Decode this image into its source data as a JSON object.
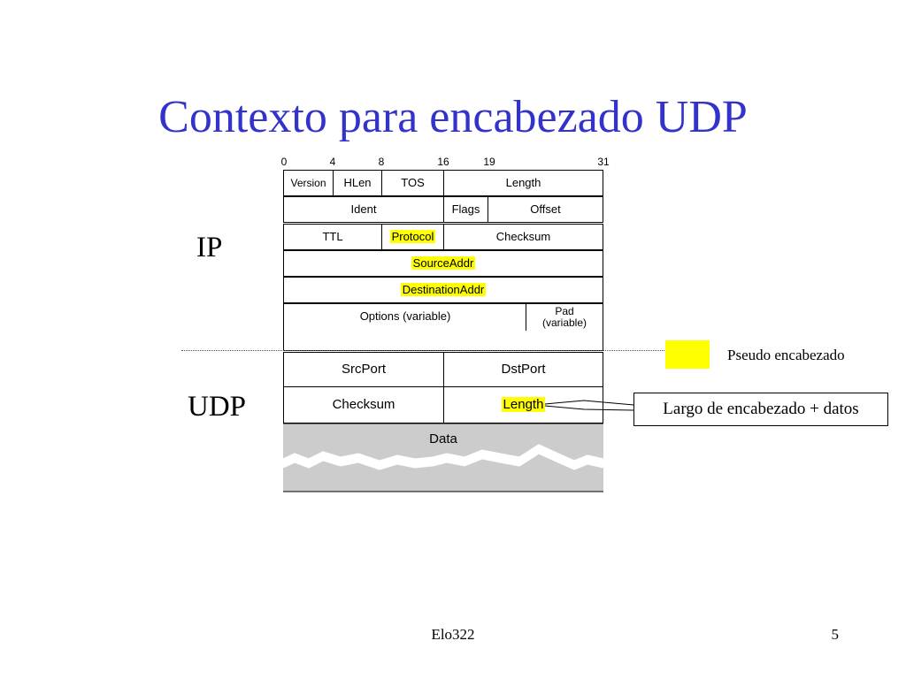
{
  "slide": {
    "title": "Contexto para encabezado UDP",
    "ip_label": "IP",
    "udp_label": "UDP",
    "footer": "Elo322",
    "page_number": "5"
  },
  "bit_positions": [
    "0",
    "4",
    "8",
    "16",
    "19",
    "31"
  ],
  "ip_header": {
    "version": "Version",
    "hlen": "HLen",
    "tos": "TOS",
    "length": "Length",
    "ident": "Ident",
    "flags": "Flags",
    "offset": "Offset",
    "ttl": "TTL",
    "protocol": "Protocol",
    "checksum": "Checksum",
    "source_addr": "SourceAddr",
    "destination_addr": "DestinationAddr",
    "options": "Options (variable)",
    "pad_line1": "Pad",
    "pad_line2": "(variable)"
  },
  "udp_header": {
    "src_port": "SrcPort",
    "dst_port": "DstPort",
    "checksum": "Checksum",
    "length": "Length",
    "data": "Data"
  },
  "legend": {
    "pseudo_header": "Pseudo encabezado",
    "color": "#ffff00"
  },
  "callout": {
    "text": "Largo de encabezado + datos"
  },
  "colors": {
    "title": "#3333cc",
    "highlight": "#ffff00",
    "data_fill": "#cccccc"
  }
}
